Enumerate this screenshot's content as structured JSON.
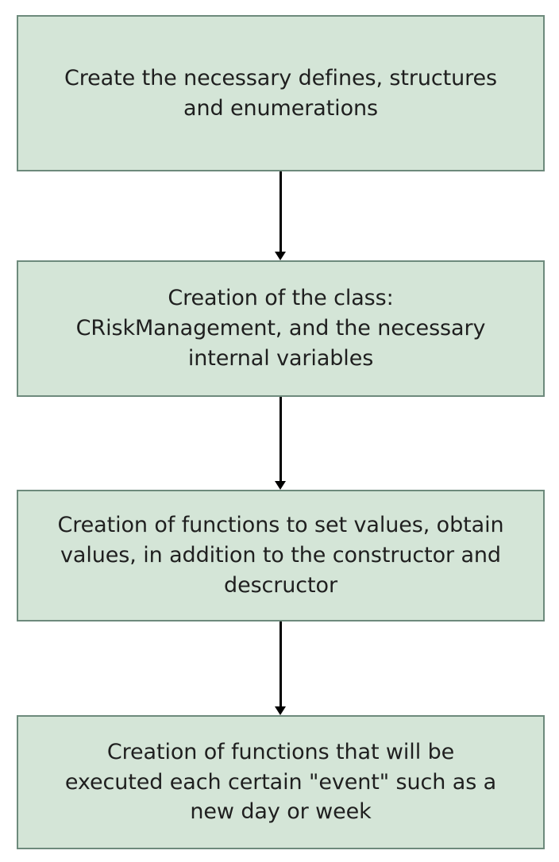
{
  "diagram": {
    "type": "flowchart",
    "orientation": "vertical",
    "colors": {
      "node_fill": "#d4e5d7",
      "node_stroke": "#6d8a7c",
      "connector": "#000000",
      "text": "#1f1f1f",
      "background": "#ffffff"
    },
    "nodes": [
      {
        "id": "node-1",
        "label": "Create the necessary defines, structures\nand enumerations"
      },
      {
        "id": "node-2",
        "label": "Creation of the class:\nCRiskManagement, and the necessary\ninternal variables"
      },
      {
        "id": "node-3",
        "label": "Creation of functions to set values, obtain\nvalues, in addition to the constructor and\ndescructor"
      },
      {
        "id": "node-4",
        "label": "Creation of functions that will be\nexecuted each certain \"event\" such as a\nnew day or week"
      }
    ],
    "edges": [
      {
        "id": "edge-1",
        "from": "node-1",
        "to": "node-2",
        "arrow": "down"
      },
      {
        "id": "edge-2",
        "from": "node-2",
        "to": "node-3",
        "arrow": "down"
      },
      {
        "id": "edge-3",
        "from": "node-3",
        "to": "node-4",
        "arrow": "down"
      }
    ]
  }
}
